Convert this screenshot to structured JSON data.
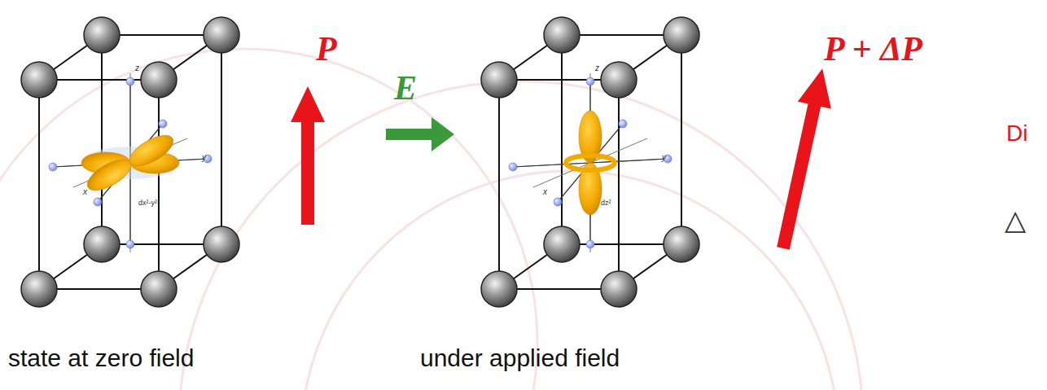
{
  "diagram": {
    "labels": [
      "P",
      "E",
      "P + ΔP",
      "Di",
      "△",
      "state at zero field",
      "under applied field",
      "z",
      "x",
      "y",
      "dx²-y²",
      "z",
      "x",
      "y",
      "dz²"
    ]
  }
}
